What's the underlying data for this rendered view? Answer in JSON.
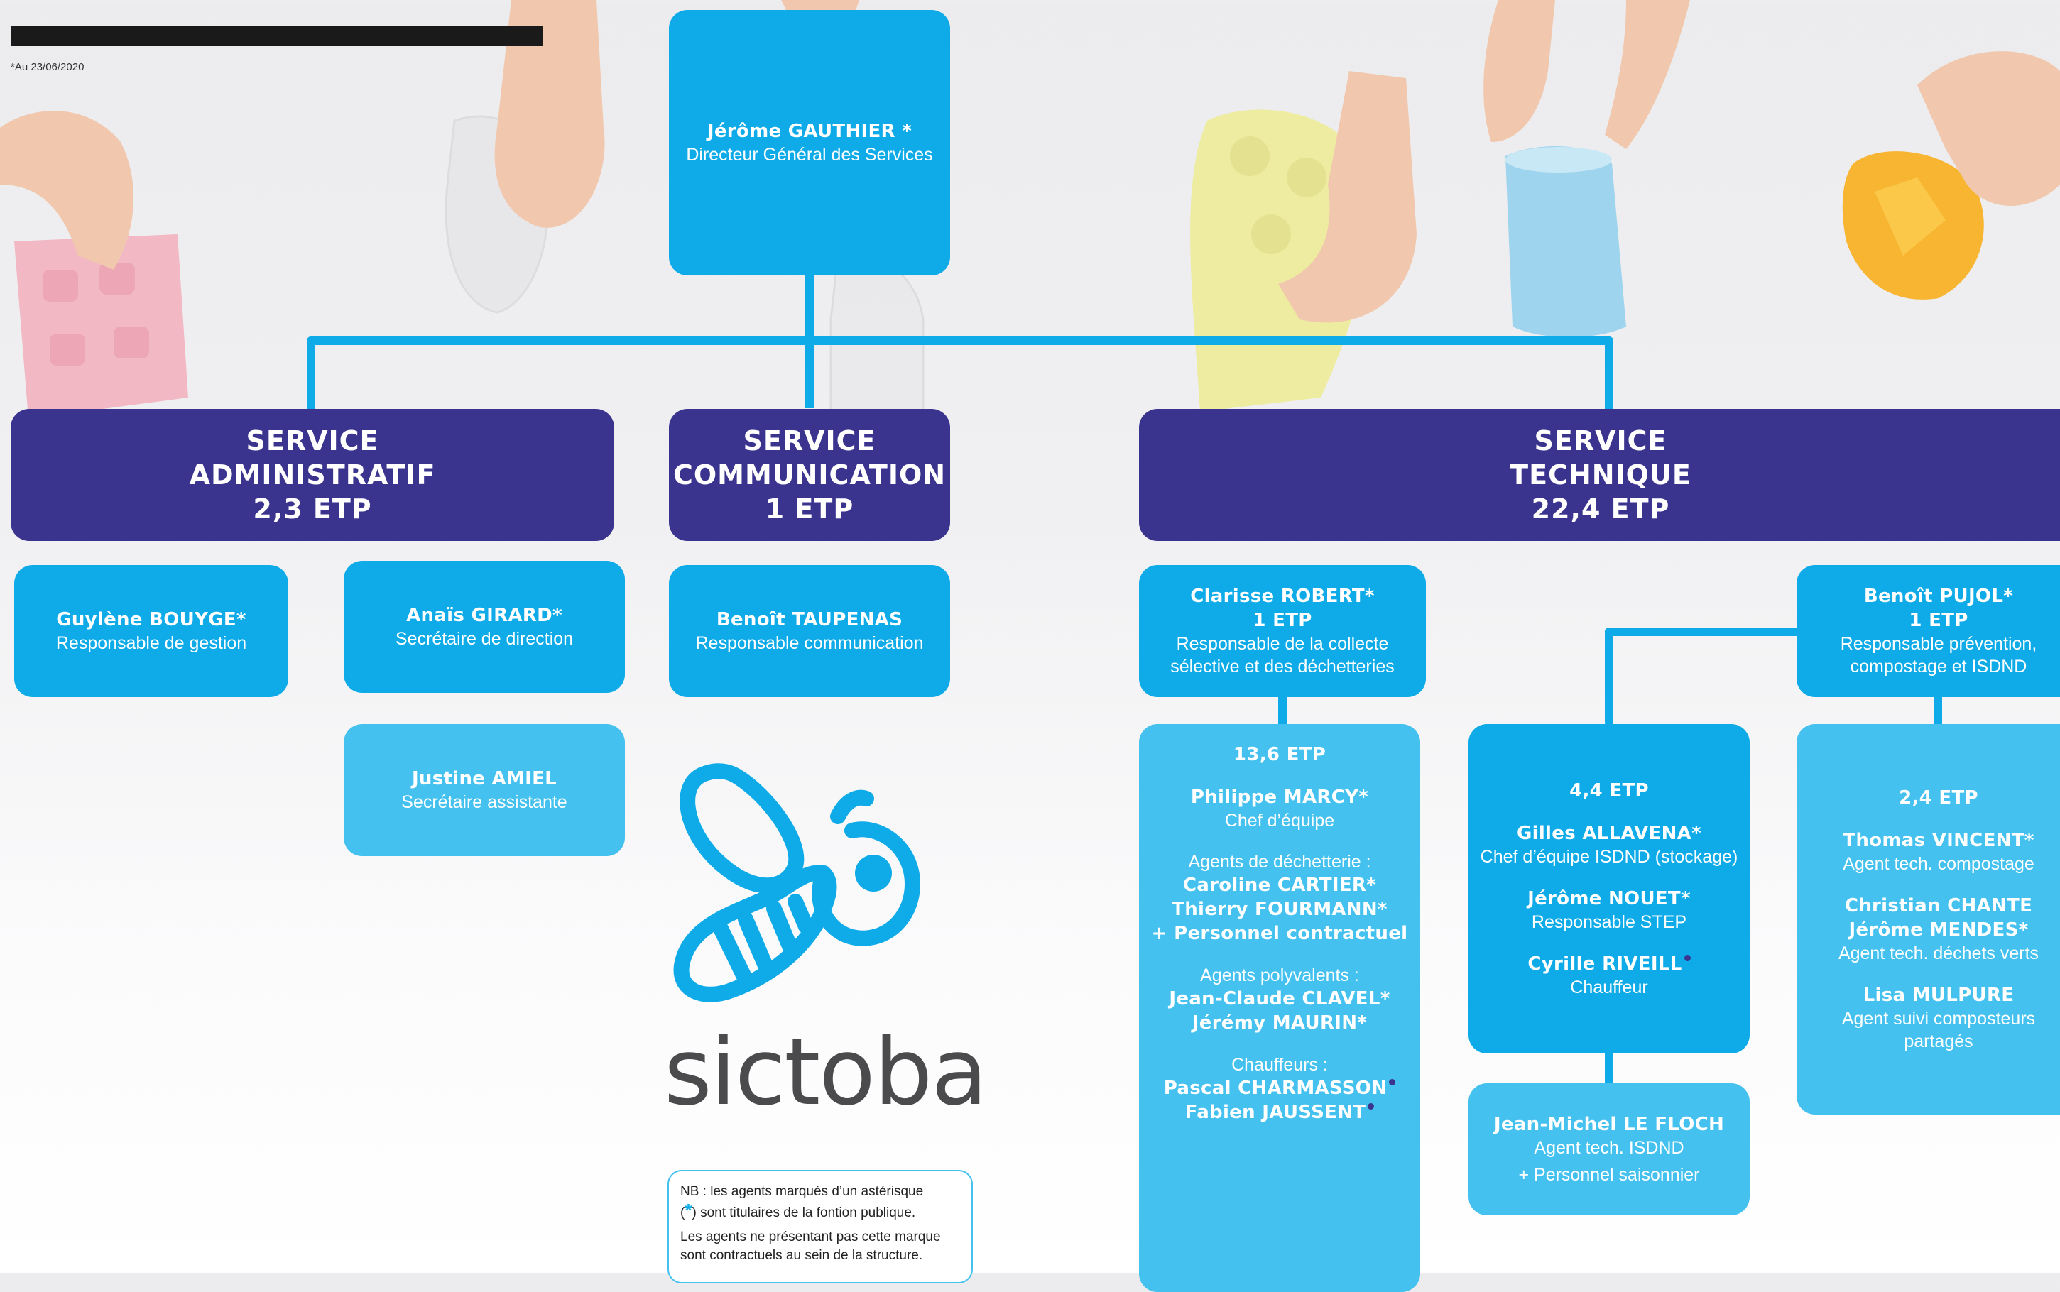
{
  "header": {
    "date_note": "*Au 23/06/2020"
  },
  "director": {
    "name": "Jérôme GAUTHIER *",
    "role": "Directeur Général des Services"
  },
  "services": {
    "admin": {
      "line1": "SERVICE",
      "line2": "ADMINISTRATIF",
      "etp": "2,3 ETP"
    },
    "communication": {
      "line1": "SERVICE",
      "line2": "COMMUNICATION",
      "etp": "1 ETP"
    },
    "technique": {
      "line1": "SERVICE",
      "line2": "TECHNIQUE",
      "etp": "22,4 ETP"
    }
  },
  "admin_staff": {
    "bouyge": {
      "name": "Guylène BOUYGE*",
      "role": "Responsable de gestion"
    },
    "girard": {
      "name": "Anaïs GIRARD*",
      "role": "Secrétaire de direction"
    },
    "amiel": {
      "name": "Justine AMIEL",
      "role": "Secrétaire assistante"
    }
  },
  "com_staff": {
    "taupenas": {
      "name": "Benoît TAUPENAS",
      "role": "Responsable communication"
    }
  },
  "tech_heads": {
    "robert": {
      "name": "Clarisse ROBERT*",
      "etp": "1 ETP",
      "role1": "Responsable de la collecte",
      "role2": "sélective et des déchetteries"
    },
    "pujol": {
      "name": "Benoît PUJOL*",
      "etp": "1 ETP",
      "role1": "Responsable prévention,",
      "role2": "compostage et ISDND"
    }
  },
  "collecte_team": {
    "etp": "13,6 ETP",
    "chief_name": "Philippe MARCY*",
    "chief_role": "Chef d’équipe",
    "decheterie_label": "Agents de déchetterie :",
    "decheterie_1": "Caroline CARTIER*",
    "decheterie_2": "Thierry FOURMANN*",
    "decheterie_3": "+ Personnel contractuel",
    "polyvalents_label": "Agents polyvalents :",
    "polyvalents_1": "Jean-Claude CLAVEL*",
    "polyvalents_2": "Jérémy MAURIN*",
    "chauffeurs_label": "Chauffeurs :",
    "chauffeurs_1": "Pascal CHARMASSON",
    "chauffeurs_2": "Fabien JAUSSENT"
  },
  "isdnd_team": {
    "etp": "4,4 ETP",
    "allavena_name": "Gilles ALLAVENA*",
    "allavena_role": "Chef d’équipe ISDND (stockage)",
    "nouet_name": "Jérôme NOUET*",
    "nouet_role": "Responsable STEP",
    "riveill_name": "Cyrille RIVEILL",
    "riveill_role": "Chauffeur"
  },
  "isdnd_agent": {
    "name": "Jean-Michel LE FLOCH",
    "role": "Agent tech. ISDND",
    "extra": "+ Personnel saisonnier"
  },
  "compost_team": {
    "etp": "2,4 ETP",
    "vincent_name": "Thomas VINCENT*",
    "vincent_role": "Agent tech. compostage",
    "chante_name": "Christian CHANTE",
    "mendes_name": "Jérôme MENDES*",
    "verts_role": "Agent tech. déchets verts",
    "mulpure_name": "Lisa MULPURE",
    "mulpure_role1": "Agent suivi composteurs",
    "mulpure_role2": "partagés"
  },
  "logo": {
    "text": "sictoba"
  },
  "note": {
    "line1": "NB : les agents marqués d’un astérisque",
    "line2": "sont titulaires de la fontion publique.",
    "line3": "Les agents ne présentant pas cette marque",
    "line4": "sont contractuels au sein de la structure."
  },
  "colors": {
    "dark_box": "#3a348f",
    "blue_box": "#0eabe8",
    "light_box": "#44c1ee",
    "connector": "#0eabe8",
    "logo_blue": "#0eabe8",
    "logo_text": "#4b4b4d"
  }
}
